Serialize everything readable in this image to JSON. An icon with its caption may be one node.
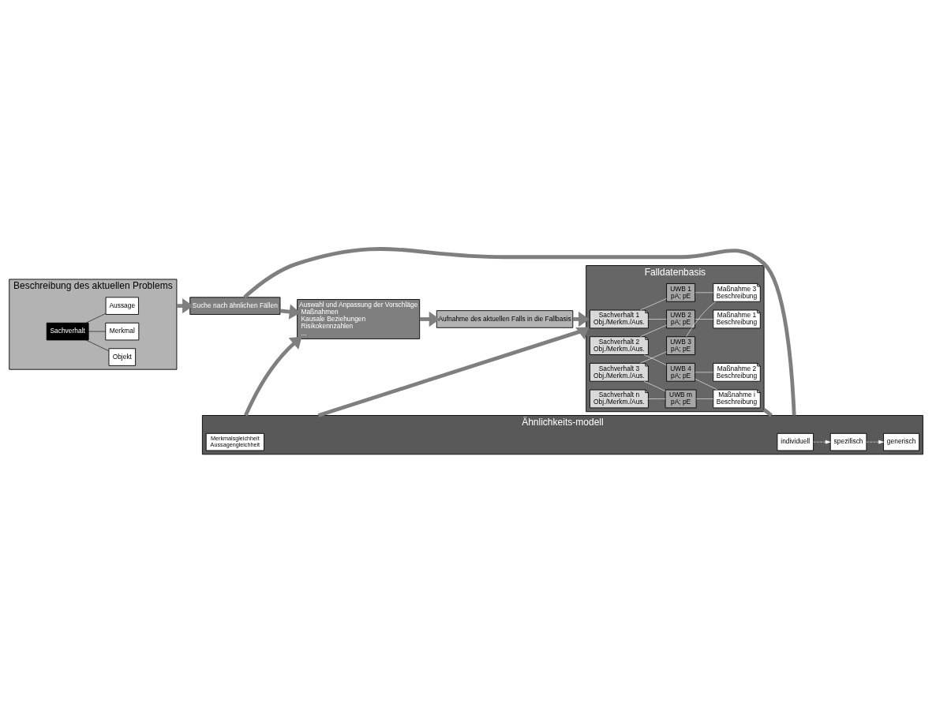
{
  "diagram": {
    "nodes": [
      {
        "text": [
          "Beschreibung des aktuellen Problems"
        ]
      },
      {
        "text": [
          "Sachverhalt"
        ],
        "in": 0
      },
      {
        "text": [
          "Objekt"
        ],
        "in": 0
      },
      {
        "text": [
          "Merkmal"
        ],
        "in": 0
      },
      {
        "text": [
          "Aussage"
        ],
        "in": 0
      },
      {
        "text": [
          "Suche nach ähnlichen Fällen"
        ]
      },
      {
        "text": [
          "Ähnlichkeits-modell"
        ]
      },
      {
        "text": [
          "individuell"
        ],
        "in": 6
      },
      {
        "text": [
          "spezifisch"
        ],
        "in": 6
      },
      {
        "text": [
          "generisch"
        ],
        "in": 6
      },
      {
        "text": [
          "Merkmalsgleichheit",
          "Aussagengleichheit"
        ],
        "in": 6
      },
      {
        "text": [
          "Falldatenbasis"
        ]
      },
      {
        "text": [
          "Sachverhalt 1",
          "Obj./Merkm./Aus."
        ],
        "in": 11
      },
      {
        "text": [
          "Sachverhalt 2",
          "Obj./Merkm./Aus."
        ],
        "in": 11
      },
      {
        "text": [
          "Sachverhalt 3",
          "Obj./Merkm./Aus."
        ],
        "in": 11
      },
      {
        "text": [
          "Sachverhalt n",
          "Obj./Merkm./Aus."
        ],
        "in": 11
      },
      {
        "text": [
          "UWB 1",
          "pA; pE"
        ],
        "in": 11
      },
      {
        "text": [
          "UWB 2",
          "pA; pE"
        ],
        "in": 11
      },
      {
        "text": [
          "UWB 3",
          "pA; pE"
        ],
        "in": 11
      },
      {
        "text": [
          "UWB 4",
          "pA; pE"
        ],
        "in": 11
      },
      {
        "text": [
          "UWB m",
          "pA; pE"
        ],
        "in": 11
      },
      {
        "text": [
          "Maßnahme 1",
          "Beschreibung"
        ],
        "in": 11
      },
      {
        "text": [
          "Maßnahme 2",
          "Beschreibung"
        ],
        "in": 11
      },
      {
        "text": [
          "Maßnahme 3",
          "Beschreibung"
        ],
        "in": 11
      },
      {
        "text": [
          "Maßnahme i",
          "Beschreibung"
        ],
        "in": 11
      },
      {
        "text": [
          "Auswahl und Anpassung der Vorschläge",
          "Maßnahmen",
          "Kausale Beziehungen",
          "Risikokennzahlen",
          "..."
        ]
      },
      {
        "text": [
          "Aufnahme des aktuellen Falls in die Fallbasis"
        ]
      }
    ],
    "edges": [
      {
        "from": 1,
        "to": 2,
        "arrow": "none",
        "color": "#000000"
      },
      {
        "from": 1,
        "to": 3,
        "arrow": "none",
        "color": "#000000"
      },
      {
        "from": 1,
        "to": 4,
        "arrow": "none",
        "color": "#000000"
      },
      {
        "from": 0,
        "to": 5,
        "arrow": "to",
        "style": "thick",
        "color": "#7f7f7f"
      },
      {
        "from": 5,
        "to": 25,
        "arrow": "to",
        "style": "thick",
        "color": "#7f7f7f"
      },
      {
        "from": 25,
        "to": 26,
        "arrow": "to",
        "style": "thick",
        "color": "#7f7f7f"
      },
      {
        "from": 5,
        "to": 6,
        "arrow": "none",
        "style": "thick",
        "color": "#7f7f7f"
      },
      {
        "from": 6,
        "to": 11,
        "arrow": "to",
        "style": "thick",
        "color": "#7f7f7f"
      },
      {
        "from": 11,
        "to": 6,
        "arrow": "none",
        "style": "thick",
        "color": "#7f7f7f"
      },
      {
        "from": 6,
        "to": 25,
        "arrow": "to",
        "style": "thick",
        "color": "#7f7f7f"
      },
      {
        "from": 26,
        "to": 11,
        "arrow": "to",
        "style": "thick",
        "color": "#7f7f7f"
      },
      {
        "from": 7,
        "to": 8,
        "arrow": "to",
        "style": "dashed"
      },
      {
        "from": 8,
        "to": 9,
        "arrow": "to",
        "style": "dashed"
      },
      {
        "from": 12,
        "to": 16,
        "arrow": "none"
      },
      {
        "from": 12,
        "to": 17,
        "arrow": "none"
      },
      {
        "from": 13,
        "to": 17,
        "arrow": "none"
      },
      {
        "from": 13,
        "to": 19,
        "arrow": "none"
      },
      {
        "from": 14,
        "to": 18,
        "arrow": "none"
      },
      {
        "from": 14,
        "to": 20,
        "arrow": "none"
      },
      {
        "from": 15,
        "to": 20,
        "arrow": "none"
      },
      {
        "from": 16,
        "to": 23,
        "arrow": "none"
      },
      {
        "from": 17,
        "to": 21,
        "arrow": "none"
      },
      {
        "from": 18,
        "to": 23,
        "arrow": "none"
      },
      {
        "from": 19,
        "to": 22,
        "arrow": "none"
      },
      {
        "from": 19,
        "to": 24,
        "arrow": "none"
      },
      {
        "from": 20,
        "to": 24,
        "arrow": "none"
      }
    ]
  }
}
